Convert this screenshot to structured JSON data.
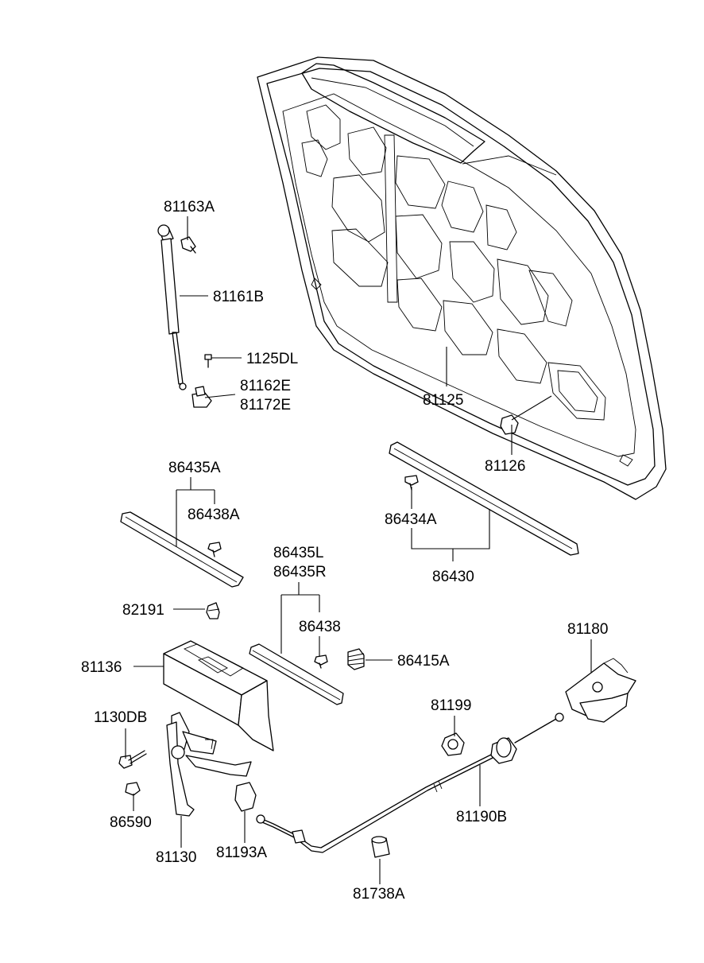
{
  "labels": {
    "p81163A": "81163A",
    "p81161B": "81161B",
    "p1125DL": "1125DL",
    "p81162E": "81162E",
    "p81172E": "81172E",
    "p81125": "81125",
    "p81126": "81126",
    "p86435A": "86435A",
    "p86438A": "86438A",
    "p86434A": "86434A",
    "p86430": "86430",
    "p86435L": "86435L",
    "p86435R": "86435R",
    "p82191": "82191",
    "p86438": "86438",
    "p86415A": "86415A",
    "p81180": "81180",
    "p81136": "81136",
    "p81199": "81199",
    "p1130DB": "1130DB",
    "p86590": "86590",
    "p81190B": "81190B",
    "p81130": "81130",
    "p81193A": "81193A",
    "p81738A": "81738A"
  }
}
